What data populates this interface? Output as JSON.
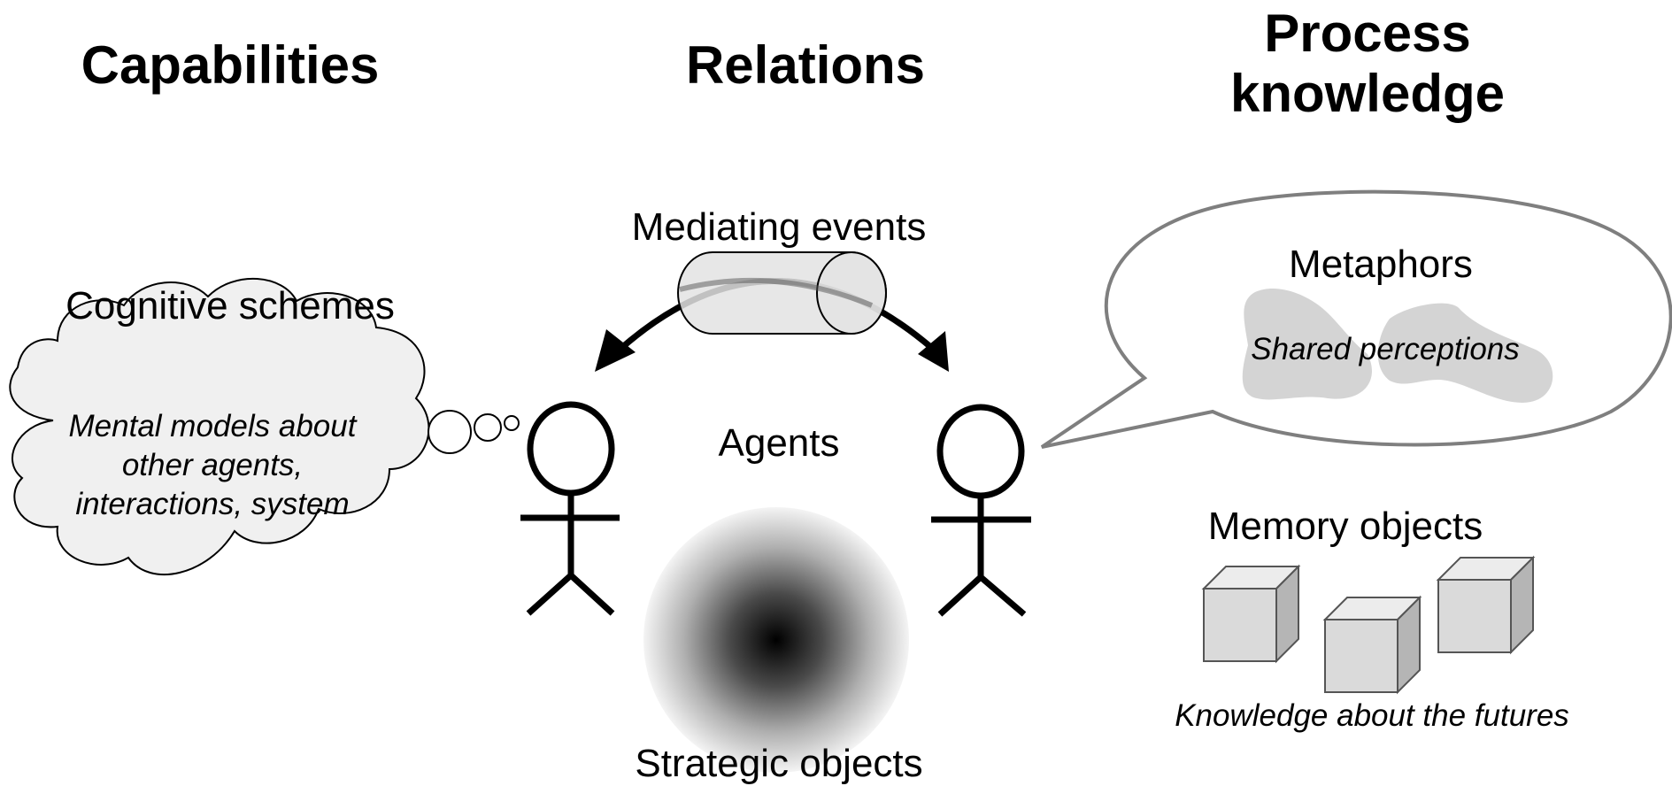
{
  "headers": {
    "capabilities": "Capabilities",
    "relations": "Relations",
    "process_knowledge_line1": "Process",
    "process_knowledge_line2": "knowledge"
  },
  "labels": {
    "cognitive_schemes": "Cognitive schemes",
    "mental_models_line1": "Mental models about",
    "mental_models_line2": "other agents,",
    "mental_models_line3": "interactions, system",
    "mediating_events": "Mediating events",
    "agents": "Agents",
    "strategic_objects": "Strategic objects",
    "metaphors": "Metaphors",
    "shared_perceptions": "Shared perceptions",
    "memory_objects": "Memory objects",
    "knowledge_futures": "Knowledge about the futures"
  },
  "colors": {
    "stroke": "#000000",
    "bubble_stroke": "#7f7f7f",
    "cylinder_fill": "#e3e3e3",
    "cloud_fill": "#f0f0f0",
    "blob_fill": "#d4d4d4",
    "cube_front": "#dadada",
    "cube_top": "#ececec",
    "cube_side": "#b5b5b5"
  }
}
